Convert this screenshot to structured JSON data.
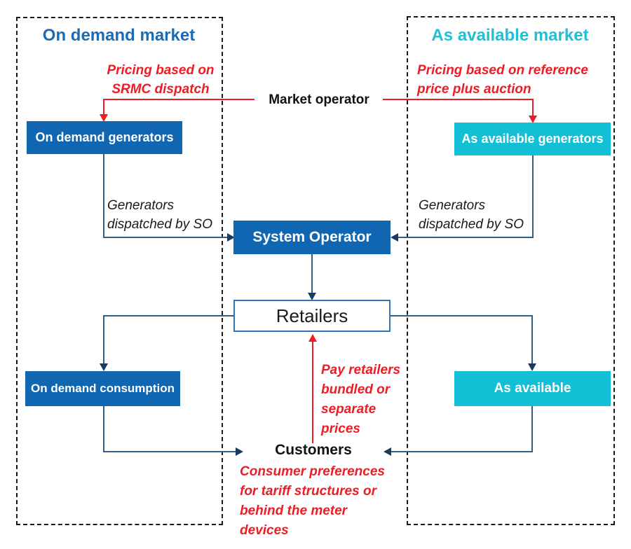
{
  "markets": {
    "on_demand": {
      "title": "On demand market",
      "pricing_note": "Pricing based on\nSRMC dispatch",
      "generators_box": "On demand generators",
      "dispatch_note": "Generators\ndispatched by SO",
      "consumption_box": "On demand consumption"
    },
    "as_available": {
      "title": "As available market",
      "pricing_note": "Pricing based on reference\nprice plus auction",
      "generators_box": "As available generators",
      "dispatch_note": "Generators\ndispatched by SO",
      "consumption_box": "As available"
    }
  },
  "center": {
    "market_operator": "Market operator",
    "system_operator": "System Operator",
    "retailers": "Retailers",
    "customers": "Customers",
    "pay_note": "Pay retailers\nbundled or\nseparate\nprices",
    "preferences_note": "Consumer preferences\nfor tariff structures or\nbehind the meter\ndevices"
  },
  "colors": {
    "dark_blue": "#1166b1",
    "cyan": "#12bfd4",
    "blue_title": "#1b6cb5",
    "cyan_title": "#1ec0d9",
    "connector": "#2d5f8d",
    "navy": "#1b3a5f",
    "red": "#ee1c25",
    "retailer_border": "#2e75b6"
  }
}
